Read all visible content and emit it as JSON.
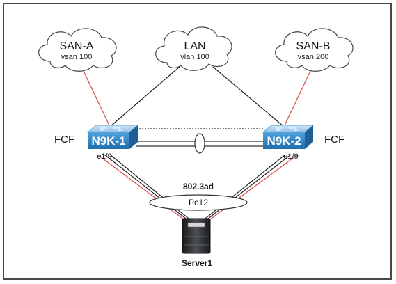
{
  "clouds": {
    "san_a": {
      "title": "SAN-A",
      "sub": "vsan 100"
    },
    "lan": {
      "title": "LAN",
      "sub": "vlan 100"
    },
    "san_b": {
      "title": "SAN-B",
      "sub": "vsan 200"
    }
  },
  "switches": {
    "left": {
      "label": "N9K-1",
      "role": "FCF",
      "port": "e1/9"
    },
    "right": {
      "label": "N9K-2",
      "role": "FCF",
      "port": "e1/9"
    }
  },
  "port_channel": {
    "standard": "802.3ad",
    "name": "Po12"
  },
  "server": {
    "label": "Server1"
  },
  "colors": {
    "fc_link": "#d9534f",
    "eth_link": "#111111",
    "switch_blue": "#2f86c9"
  }
}
